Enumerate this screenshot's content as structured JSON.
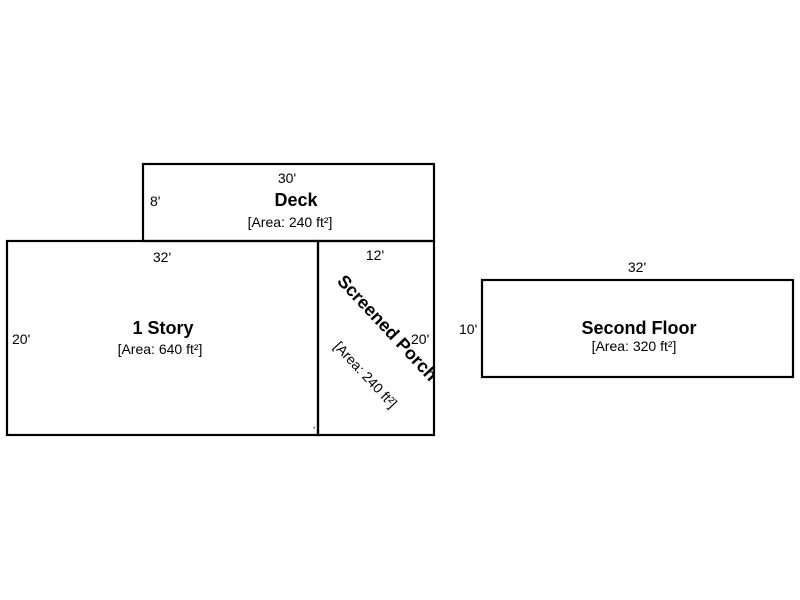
{
  "rooms": {
    "deck": {
      "name": "Deck",
      "area": "[Area: 240 ft²]",
      "width_label": "30'",
      "depth_label": "8'"
    },
    "one_story": {
      "name": "1 Story",
      "area": "[Area: 640 ft²]",
      "width_label": "32'",
      "depth_label": "20'"
    },
    "screened_porch": {
      "name": "Screened Porch",
      "area": "[Area: 240 ft²]",
      "width_label": "12'",
      "depth_label": "20'",
      "corner_mark": "*"
    },
    "second_floor": {
      "name": "Second Floor",
      "area": "[Area: 320 ft²]",
      "width_label": "32'",
      "depth_label": "10'"
    }
  }
}
